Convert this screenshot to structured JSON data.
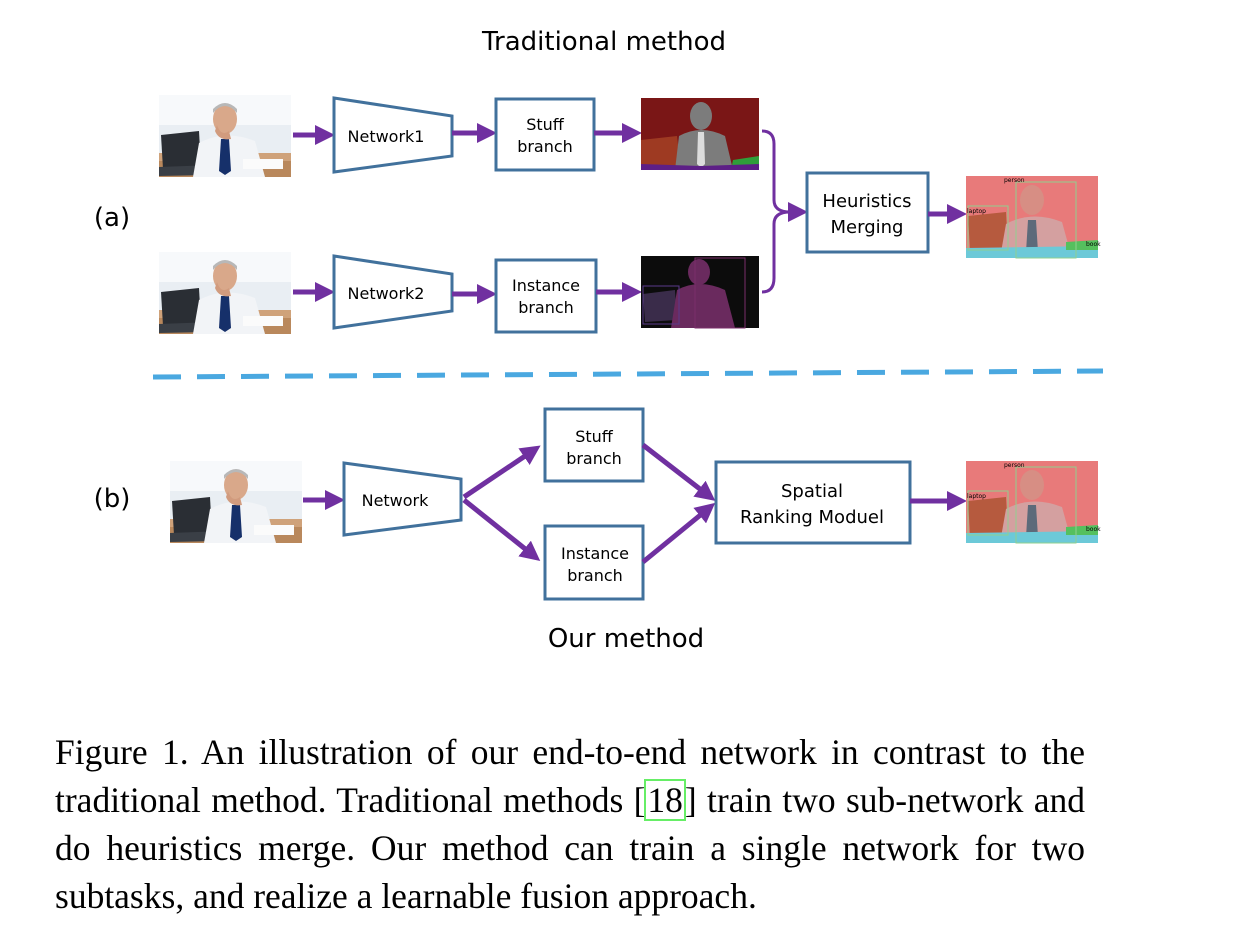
{
  "diagram": {
    "title_top": "Traditional method",
    "title_bottom": "Our method",
    "label_a": "(a)",
    "label_b": "(b)",
    "top": {
      "network1": "Network1",
      "network2": "Network2",
      "stuff_branch": [
        "Stuff",
        "branch"
      ],
      "instance_branch": [
        "Instance",
        "branch"
      ],
      "merging": [
        "Heuristics",
        "Merging"
      ],
      "result_labels": [
        "person",
        "laptop",
        "book"
      ]
    },
    "bottom": {
      "network": "Network",
      "stuff_branch": [
        "Stuff",
        "branch"
      ],
      "instance_branch": [
        "Instance",
        "branch"
      ],
      "ranking": [
        "Spatial",
        "Ranking Moduel"
      ],
      "result_labels": [
        "person",
        "laptop",
        "book"
      ]
    },
    "colors": {
      "box_stroke": "#41719c",
      "arrow": "#7030a0",
      "divider": "#4aa8e0",
      "stuff_seg_bg": "#7a1616",
      "instance_seg_bg": "#0c0c0c",
      "result_bg": "#e87a7a"
    }
  },
  "caption": {
    "prefix": "Figure 1. An illustration of our end-to-end network in contrast to the traditional method.  Traditional methods [",
    "citation": "18",
    "suffix": "] train two sub-network and do heuristics merge.  Our method can train a single network for two subtasks, and realize a learnable fusion approach."
  }
}
